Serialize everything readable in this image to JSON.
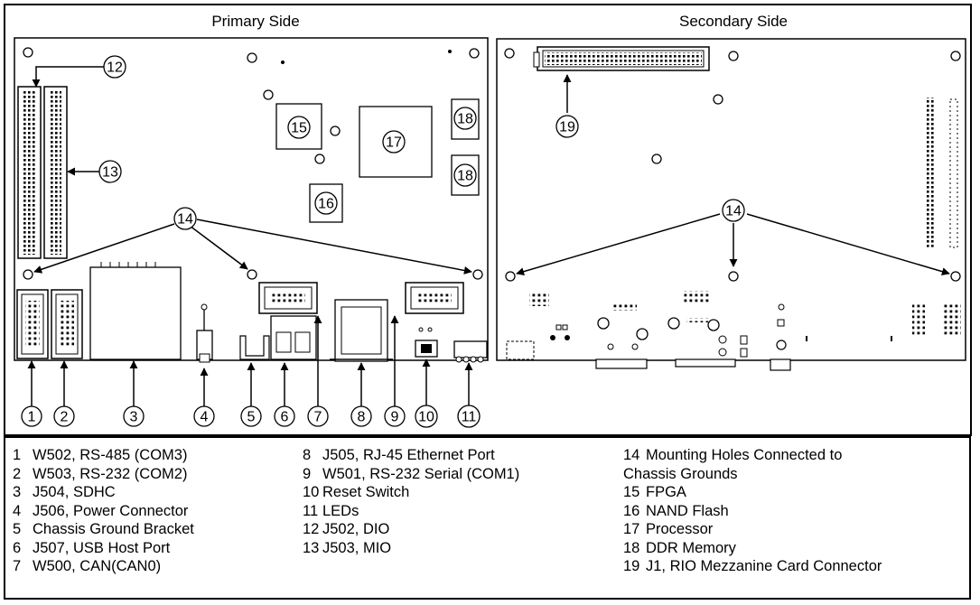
{
  "panels": {
    "primary_title": "Primary Side",
    "secondary_title": "Secondary Side"
  },
  "callouts": {
    "c1": "1",
    "c2": "2",
    "c3": "3",
    "c4": "4",
    "c5": "5",
    "c6": "6",
    "c7": "7",
    "c8": "8",
    "c9": "9",
    "c10": "10",
    "c11": "11",
    "c12": "12",
    "c13": "13",
    "c14_primary": "14",
    "c14_secondary": "14",
    "c15": "15",
    "c16": "16",
    "c17": "17",
    "c18a": "18",
    "c18b": "18",
    "c19": "19"
  },
  "legend": {
    "col1": [
      {
        "num": "1",
        "text": "W502, RS-485 (COM3)"
      },
      {
        "num": "2",
        "text": "W503, RS-232 (COM2)"
      },
      {
        "num": "3",
        "text": "J504, SDHC"
      },
      {
        "num": "4",
        "text": "J506, Power Connector"
      },
      {
        "num": "5",
        "text": "Chassis Ground Bracket"
      },
      {
        "num": "6",
        "text": "J507, USB Host Port"
      },
      {
        "num": "7",
        "text": "W500, CAN(CAN0)"
      }
    ],
    "col2": [
      {
        "num": "8",
        "text": "J505, RJ-45 Ethernet Port"
      },
      {
        "num": "9",
        "text": "W501, RS-232 Serial (COM1)"
      },
      {
        "num": "10",
        "text": "Reset Switch"
      },
      {
        "num": "11",
        "text": "LEDs"
      },
      {
        "num": "12",
        "text": "J502, DIO"
      },
      {
        "num": "13",
        "text": "J503, MIO"
      }
    ],
    "col3": [
      {
        "num": "14",
        "text": "Mounting Holes Connected to",
        "cont": "Chassis Grounds"
      },
      {
        "num": "15",
        "text": "FPGA"
      },
      {
        "num": "16",
        "text": "NAND Flash"
      },
      {
        "num": "17",
        "text": "Processor"
      },
      {
        "num": "18",
        "text": "DDR Memory"
      },
      {
        "num": "19",
        "text": "J1, RIO Mezzanine Card Connector"
      }
    ]
  }
}
